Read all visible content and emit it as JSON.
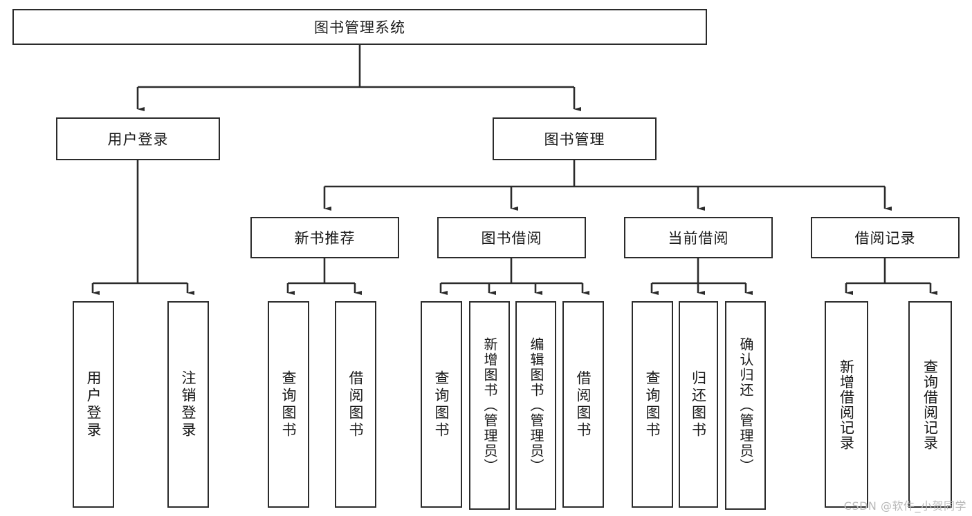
{
  "diagram": {
    "title": "图书管理系统",
    "watermark": "CSDN @软件_小贺同学",
    "stroke_color": "#2b2b2b",
    "background_color": "#ffffff",
    "text_color": "#1a1a1a",
    "levels": {
      "root": {
        "label": "图书管理系统"
      },
      "level2": [
        {
          "label": "用户登录"
        },
        {
          "label": "图书管理"
        }
      ],
      "level3": [
        {
          "label": "新书推荐"
        },
        {
          "label": "图书借阅"
        },
        {
          "label": "当前借阅"
        },
        {
          "label": "借阅记录"
        }
      ],
      "leaves": {
        "user_login": [
          {
            "label": "用户登录"
          },
          {
            "label": "注销登录"
          }
        ],
        "new_book_recommend": [
          {
            "label": "查询图书"
          },
          {
            "label": "借阅图书"
          }
        ],
        "book_borrow": [
          {
            "label": "查询图书"
          },
          {
            "label": "新增图书（管理员）"
          },
          {
            "label": "编辑图书（管理员）"
          },
          {
            "label": "借阅图书"
          }
        ],
        "current_borrow": [
          {
            "label": "查询图书"
          },
          {
            "label": "归还图书"
          },
          {
            "label": "确认归还（管理员）"
          }
        ],
        "borrow_record": [
          {
            "label": "新增借阅记录"
          },
          {
            "label": "查询借阅记录"
          }
        ]
      }
    }
  }
}
